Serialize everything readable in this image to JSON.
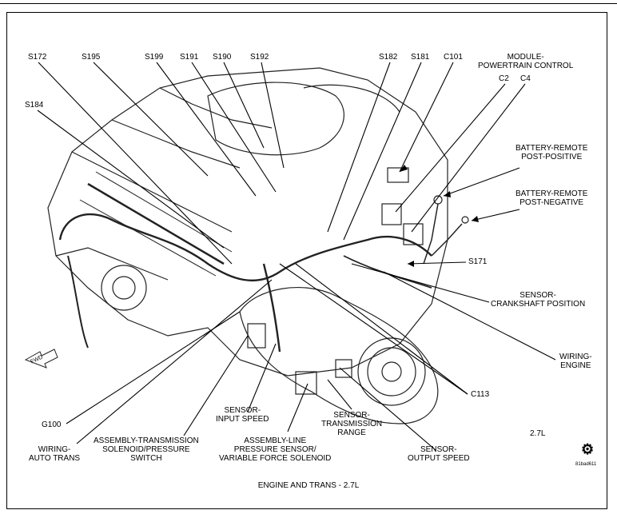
{
  "labels": {
    "s172": "S172",
    "s195": "S195",
    "s199": "S199",
    "s191": "S191",
    "s190": "S190",
    "s192": "S192",
    "s182": "S182",
    "s181": "S181",
    "c101": "C101",
    "module_pcm": "MODULE-\nPOWERTRAIN CONTROL",
    "c2": "C2",
    "c4": "C4",
    "s184": "S184",
    "battery_pos": "BATTERY-REMOTE\nPOST-POSITIVE",
    "battery_neg": "BATTERY-REMOTE\nPOST-NEGATIVE",
    "s171": "S171",
    "crank_sensor": "SENSOR-\nCRANKSHAFT POSITION",
    "wiring_engine": "WIRING-\nENGINE",
    "c113": "C113",
    "g100": "G100",
    "input_speed": "SENSOR-\nINPUT SPEED",
    "trans_range": "SENSOR-\nTRANSMISSION\nRANGE",
    "output_speed": "SENSOR-\nOUTPUT SPEED",
    "wiring_auto_trans": "WIRING-\nAUTO TRANS",
    "trans_solenoid": "ASSEMBLY-TRANSMISSION\nSOLENOID/PRESSURE\nSWITCH",
    "line_pressure": "ASSEMBLY-LINE\nPRESSURE SENSOR/\nVARIABLE FORCE SOLENOID",
    "engine_size": "2.7L",
    "fwd": "FWD",
    "caption": "ENGINE AND TRANS - 2.7L",
    "figure_code": "81bad611"
  }
}
